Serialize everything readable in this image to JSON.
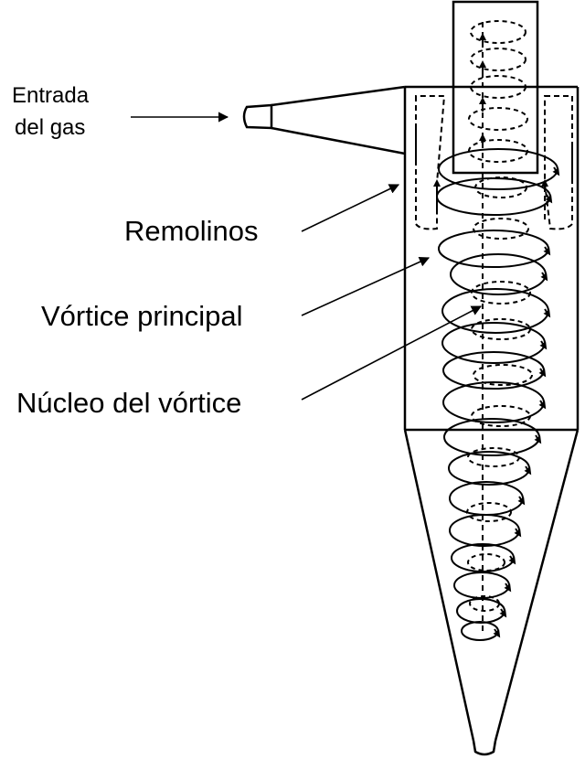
{
  "labels": {
    "gas_inlet_line1": "Entrada",
    "gas_inlet_line2": "del gas",
    "eddies": "Remolinos",
    "main_vortex": "Vórtice principal",
    "vortex_core": "Núcleo del vórtice"
  },
  "colors": {
    "ink": "#000000",
    "background": "#ffffff"
  }
}
